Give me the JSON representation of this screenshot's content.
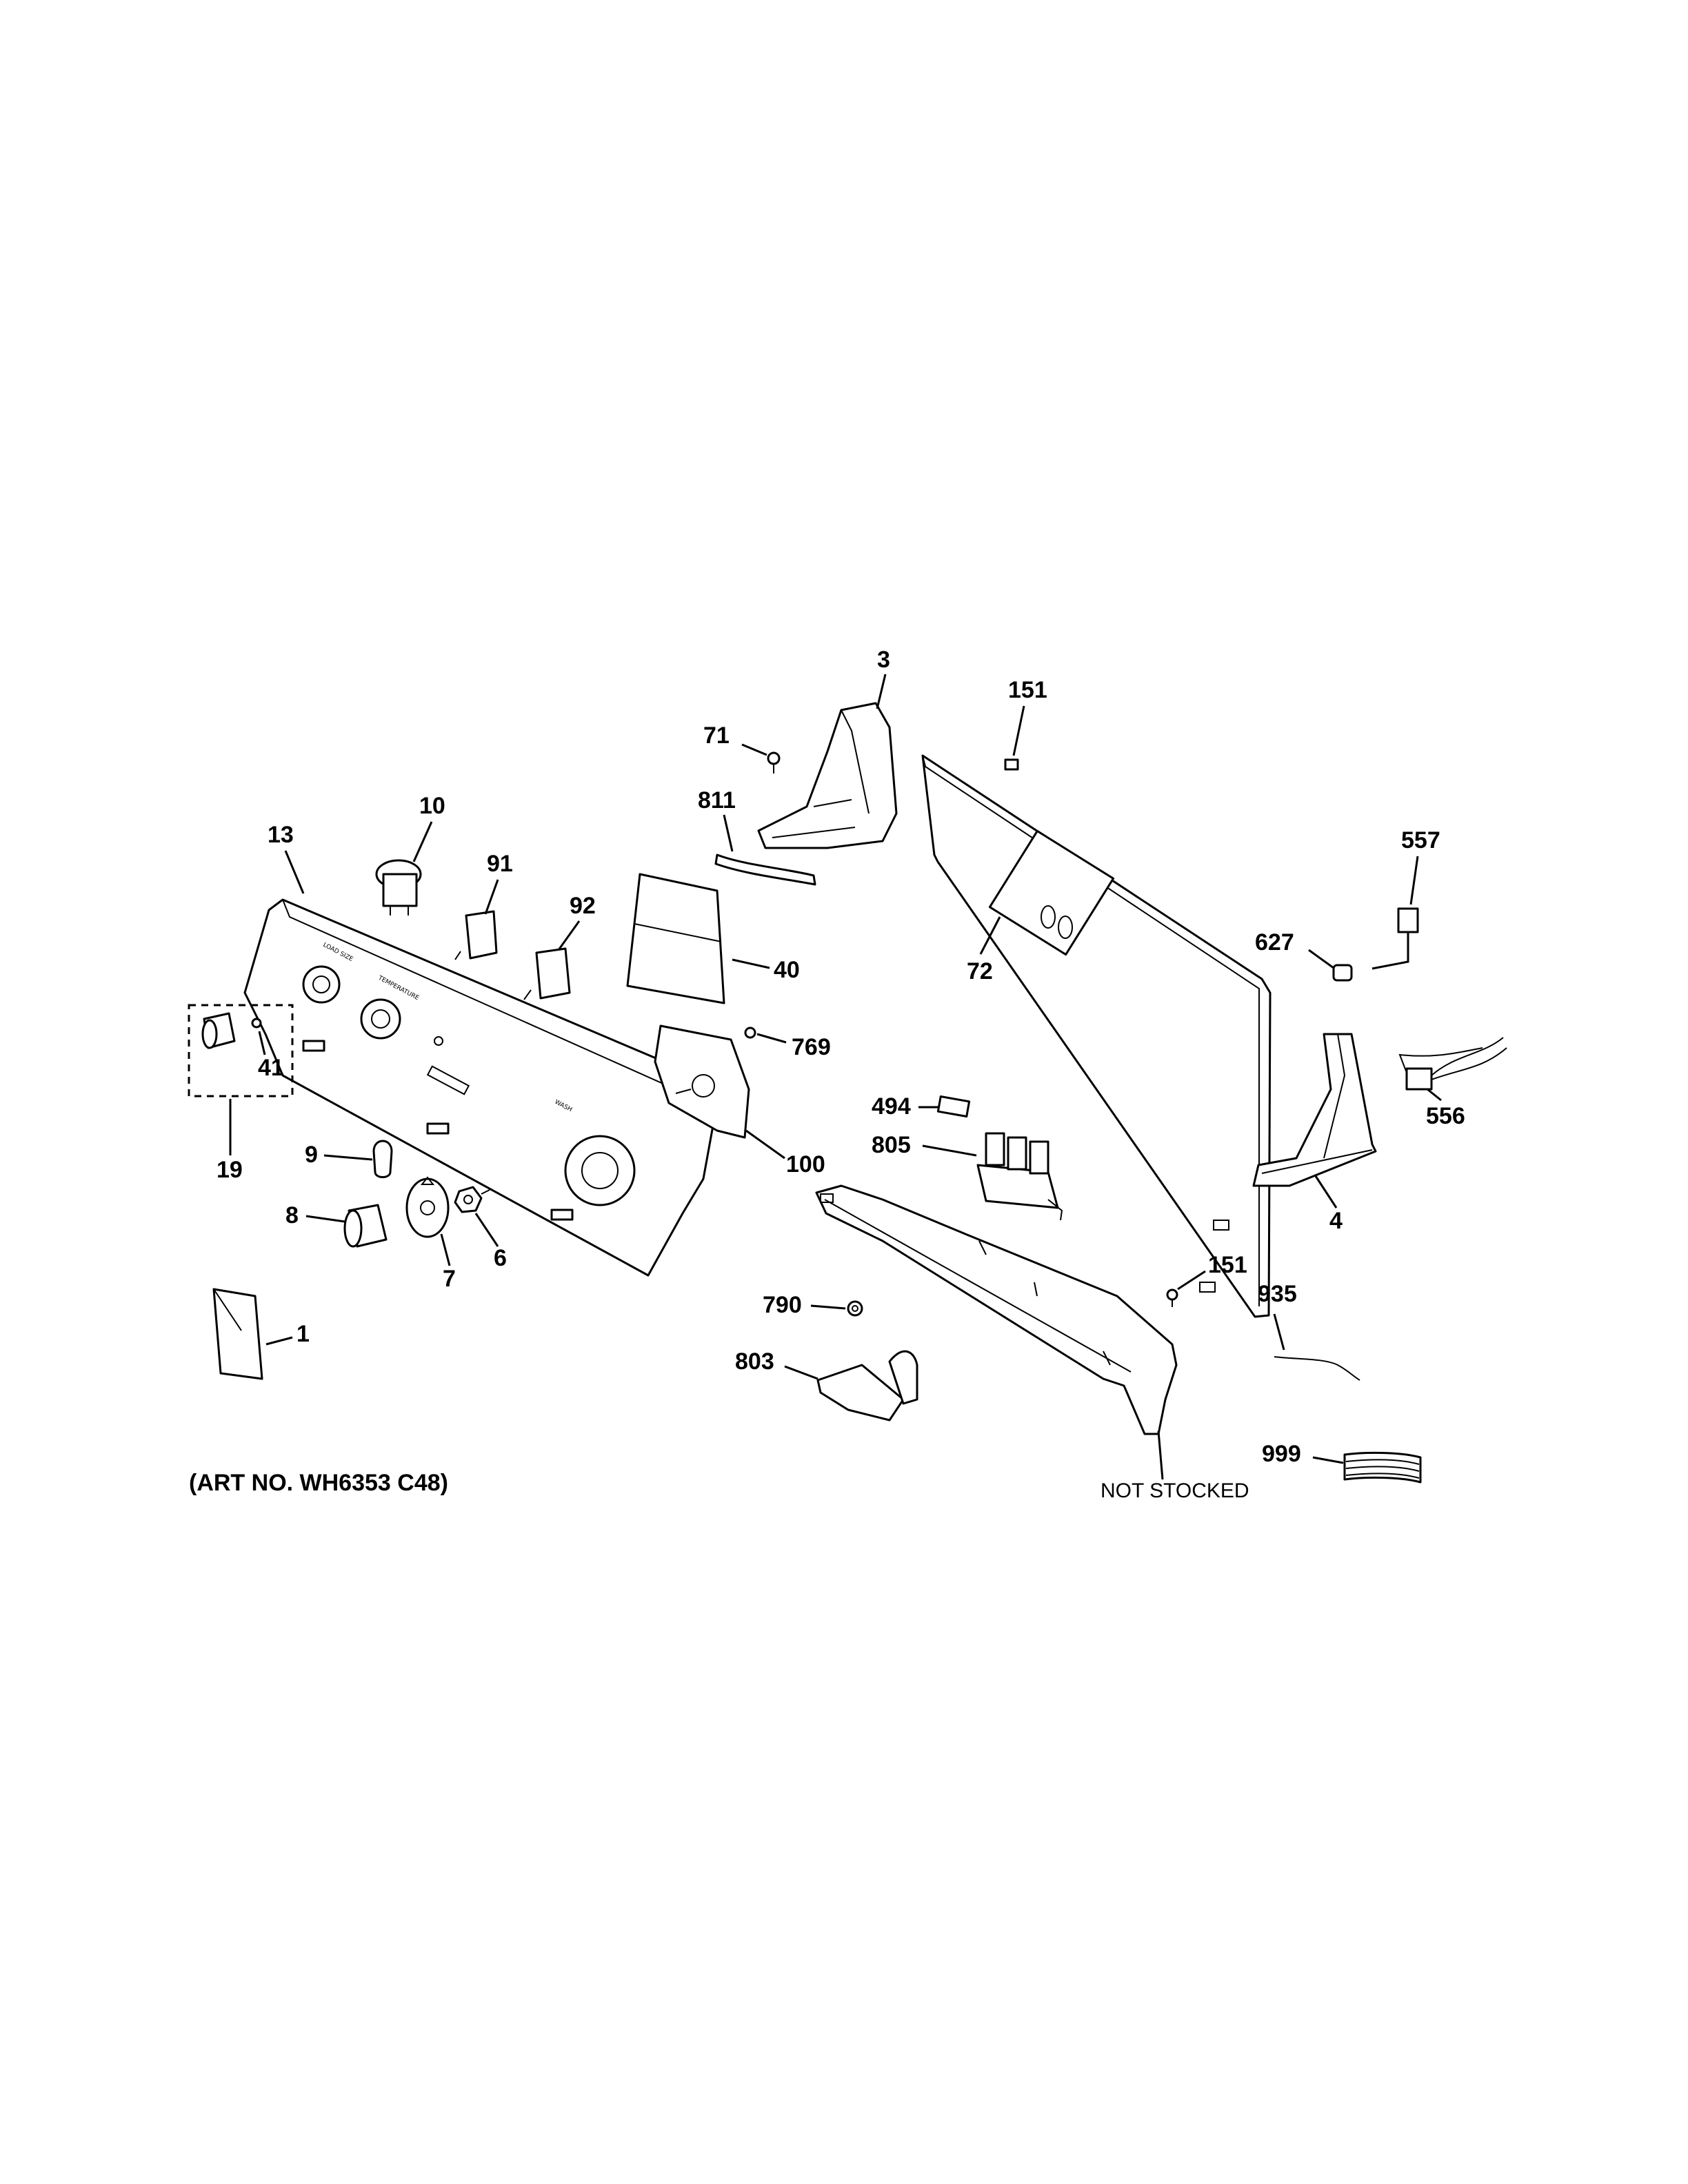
{
  "diagram": {
    "art_number": "(ART NO. WH6353 C48)",
    "not_stocked_label": "NOT STOCKED",
    "callouts": {
      "c3": "3",
      "c151a": "151",
      "c71": "71",
      "c811": "811",
      "c10": "10",
      "c13": "13",
      "c91": "91",
      "c92": "92",
      "c40": "40",
      "c72": "72",
      "c557": "557",
      "c627": "627",
      "c769": "769",
      "c100": "100",
      "c41": "41",
      "c19": "19",
      "c9": "9",
      "c8": "8",
      "c7": "7",
      "c6": "6",
      "c494": "494",
      "c805": "805",
      "c556": "556",
      "c4": "4",
      "c151b": "151",
      "c935": "935",
      "c790": "790",
      "c803": "803",
      "c1": "1",
      "c999": "999"
    }
  }
}
